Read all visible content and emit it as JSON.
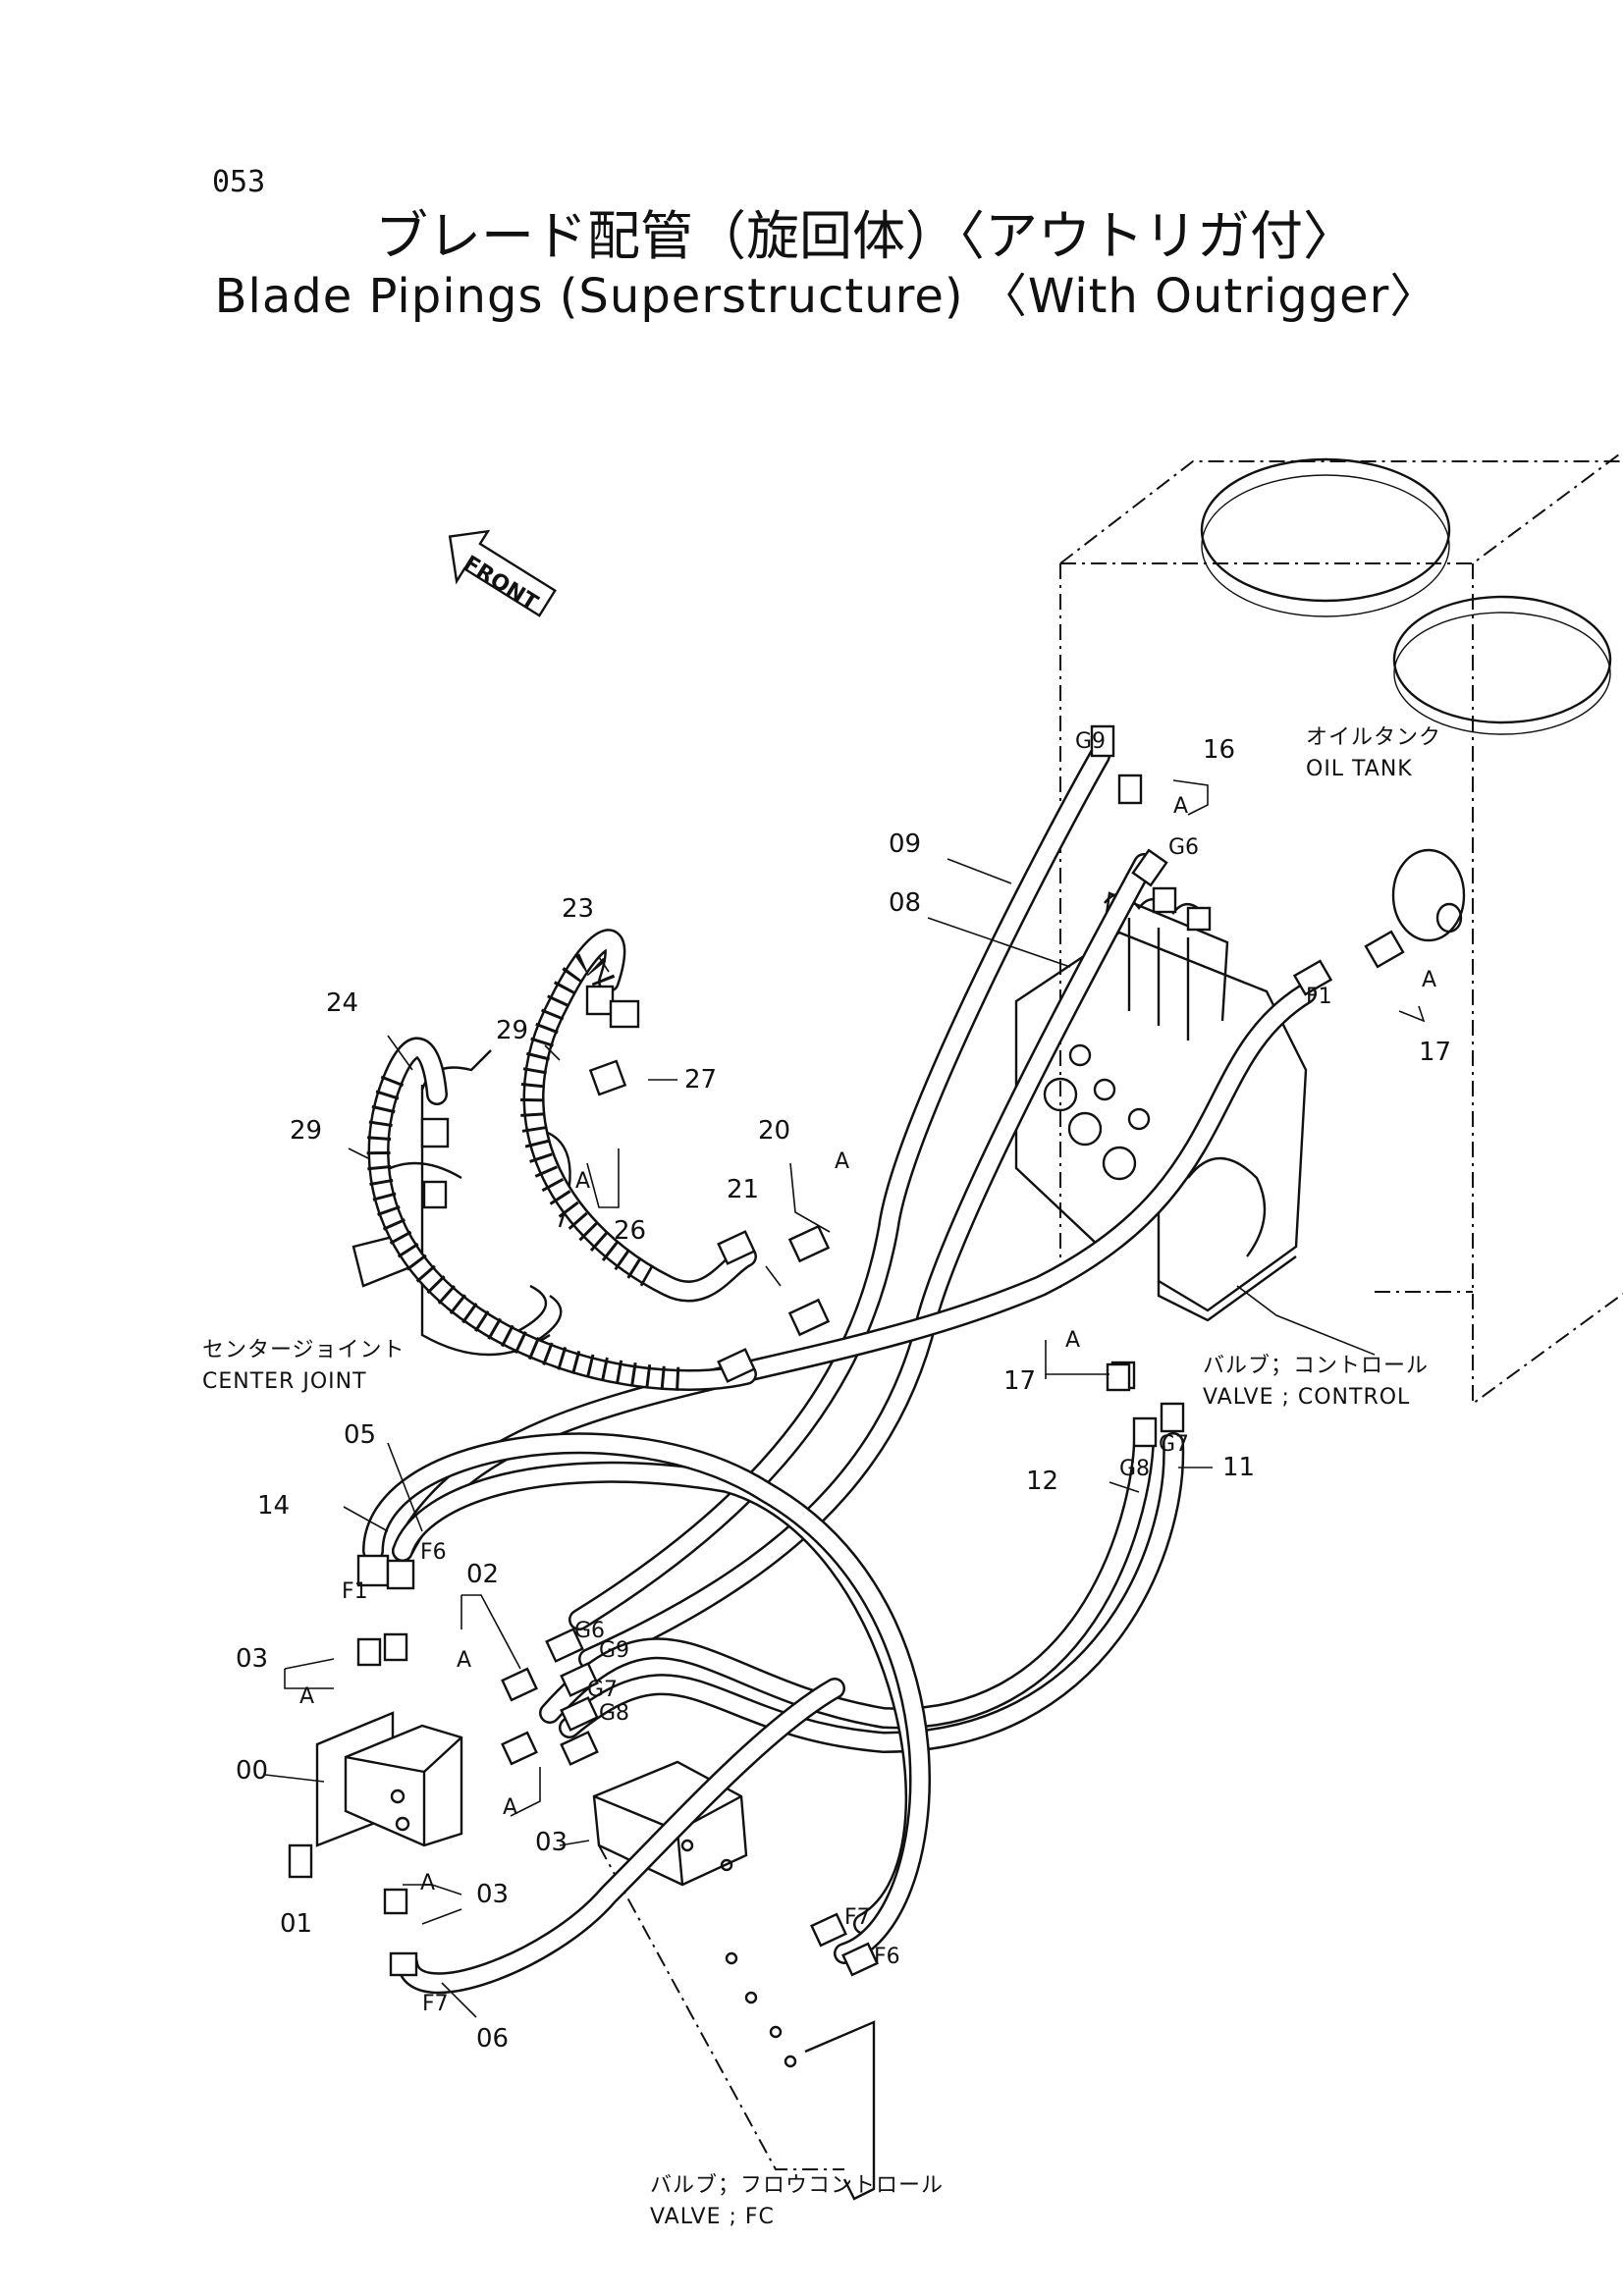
{
  "header": {
    "page_number": "053",
    "title_jp": "ブレード配管（旋回体）〈アウトリガ付〉",
    "title_en": "Blade Pipings (Superstructure) 〈With Outrigger〉"
  },
  "diagram": {
    "front_arrow": "FRONT",
    "components": {
      "oil_tank_jp": "オイルタンク",
      "oil_tank_en": "OIL TANK",
      "center_joint_jp": "センタージョイント",
      "center_joint_en": "CENTER JOINT",
      "valve_control_jp": "バルブ；コントロール",
      "valve_control_en": "VALVE ; CONTROL",
      "valve_fc_jp": "バルブ；フロウコントロール",
      "valve_fc_en": "VALVE ; FC"
    },
    "part_labels": {
      "p00": "00",
      "p01": "01",
      "p02": "02",
      "p03a": "03",
      "p03b": "03",
      "p03c": "03",
      "p05": "05",
      "p06": "06",
      "p08": "08",
      "p09": "09",
      "p11": "11",
      "p12": "12",
      "p14": "14",
      "p16": "16",
      "p17a": "17",
      "p17b": "17",
      "p20": "20",
      "p21": "21",
      "p23": "23",
      "p24": "24",
      "p26": "26",
      "p27": "27",
      "p29a": "29",
      "p29b": "29"
    },
    "port_labels": {
      "g9_top": "G9",
      "g6_top": "G6",
      "f1_top": "F1",
      "g7_top": "G7",
      "g8_top": "G8",
      "f1_left": "F1",
      "f6_left": "F6",
      "g6_fc": "G6",
      "g9_fc": "G9",
      "g7_fc": "G7",
      "g8_fc": "G8",
      "f7_low": "F7",
      "f6_low": "F6",
      "f7_bend": "F7"
    },
    "group_markers": {
      "a1": "A",
      "a2": "A",
      "a3": "A",
      "a4": "A",
      "a5": "A",
      "a6": "A",
      "a7": "A",
      "a8": "A",
      "a9": "A"
    }
  }
}
